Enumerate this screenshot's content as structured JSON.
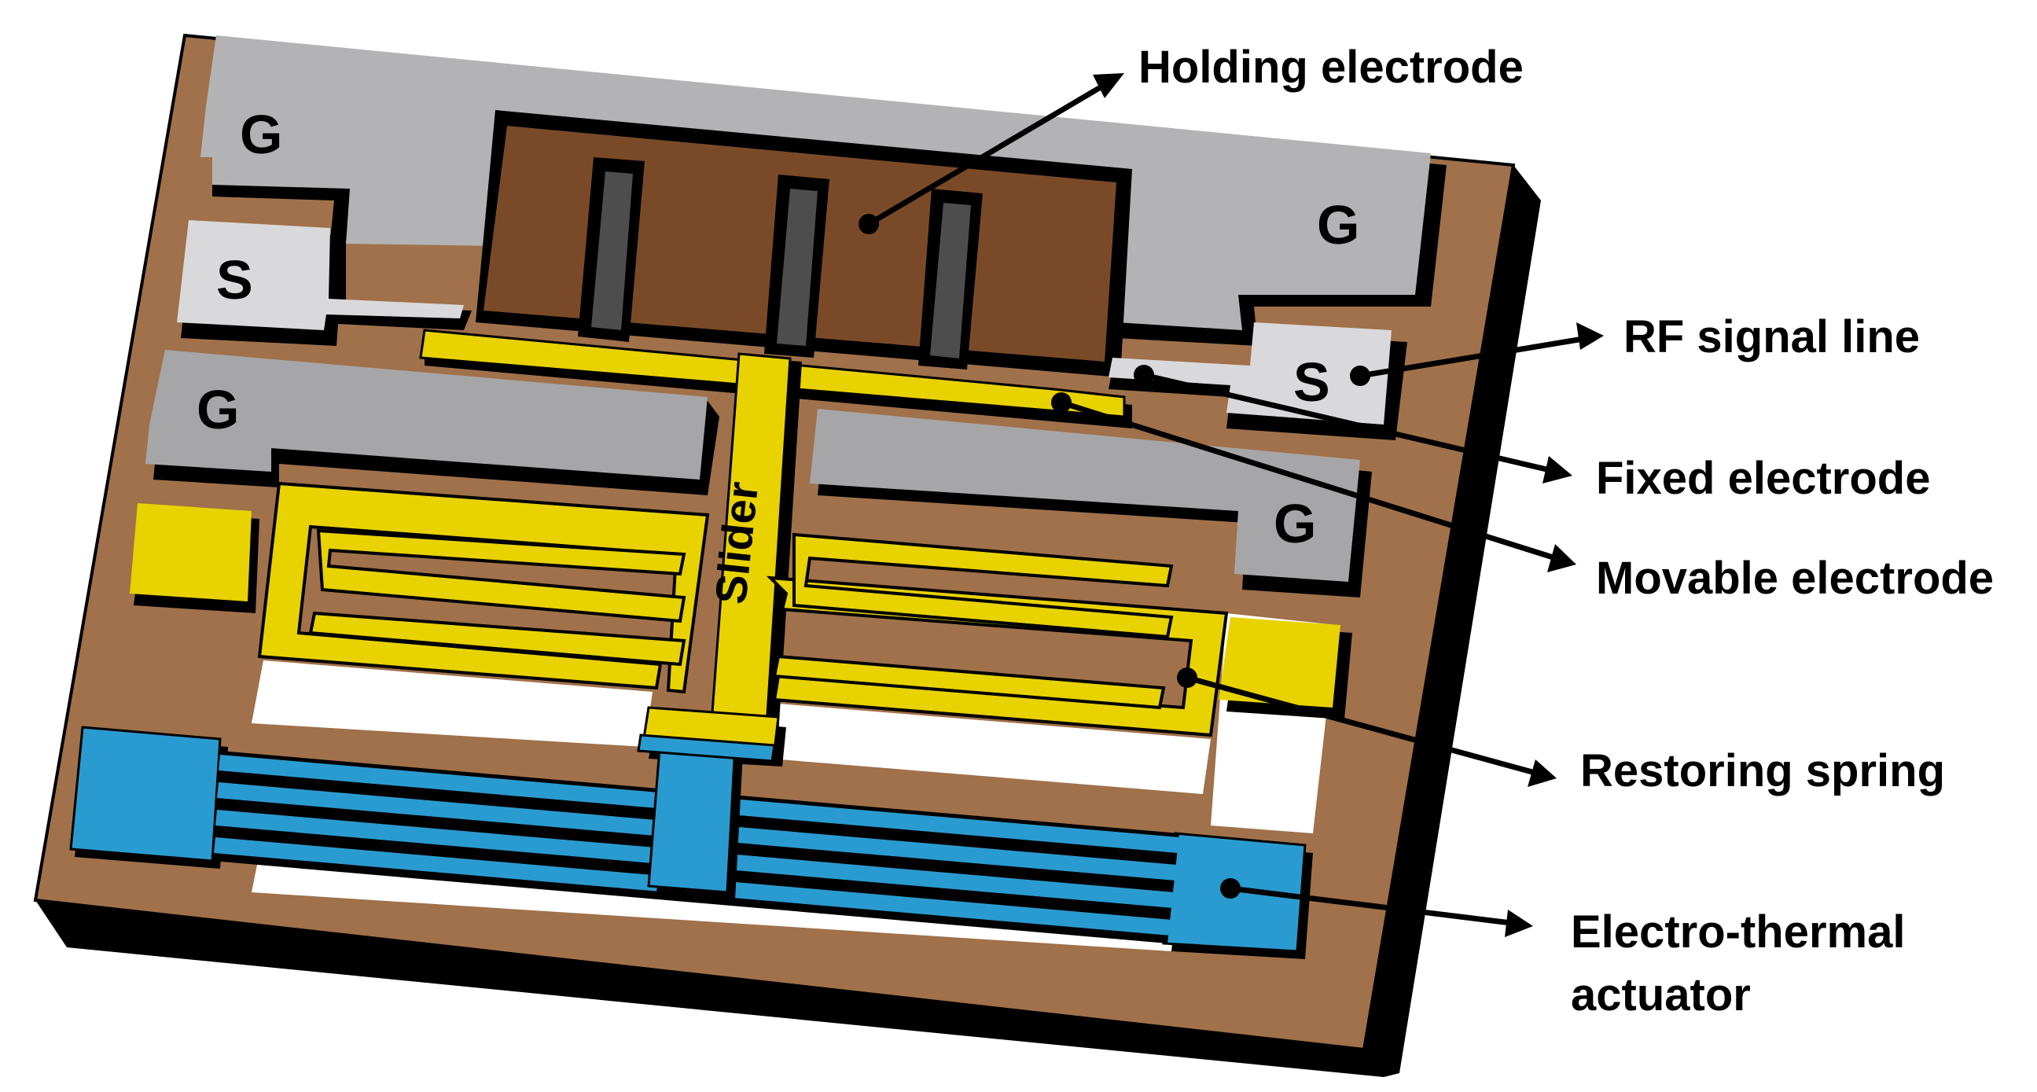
{
  "labels": {
    "holding_electrode": "Holding electrode",
    "rf_signal_line": "RF signal line",
    "fixed_electrode": "Fixed electrode",
    "movable_electrode": "Movable electrode",
    "restoring_spring": "Restoring spring",
    "actuator_line1": "Electro-thermal",
    "actuator_line2": "actuator",
    "slider": "Slider"
  },
  "pads": {
    "ground": "G",
    "signal": "S"
  },
  "colors": {
    "substrate": "#A0714A",
    "substrate_side": "#000000",
    "ground": "#A6A6A8",
    "ground_light": "#B3B3B5",
    "signal": "#D9D9DB",
    "holding": "#7A4A28",
    "slider": "#E8D200",
    "actuator": "#2A9BD0",
    "slot": "#4D4D4D"
  }
}
